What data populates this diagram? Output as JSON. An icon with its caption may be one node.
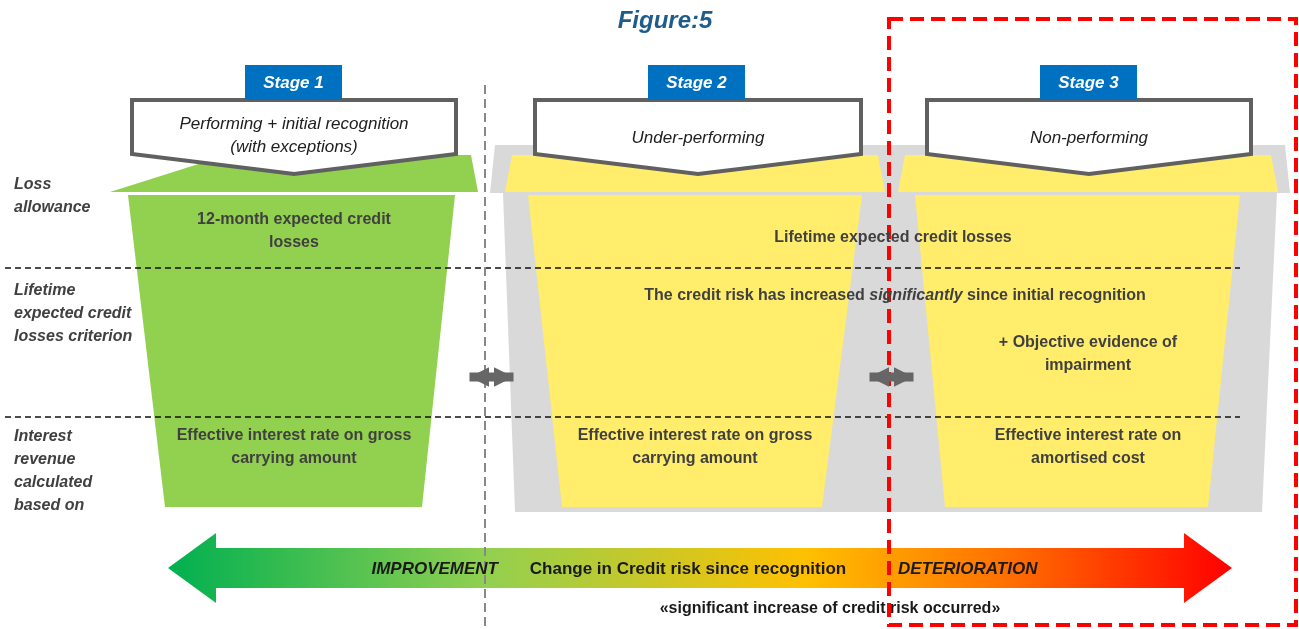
{
  "diagram": {
    "title": "Figure:5",
    "nodes": [
      {
        "text": [
          "Stage 1"
        ]
      },
      {
        "text": [
          "Performing + initial recognition (with exceptions)"
        ]
      },
      {
        "text": [
          "12-month expected credit losses",
          "Effective interest rate on gross carrying amount"
        ]
      },
      {
        "text": [
          "Stage 2"
        ]
      },
      {
        "text": [
          "Under-performing"
        ]
      },
      {
        "text": [
          "Stage 3"
        ]
      },
      {
        "text": [
          "Non-performing"
        ]
      },
      {
        "text": [
          "Lifetime expected credit losses",
          "The credit risk has increased *significantly* since initial recognition"
        ]
      },
      {
        "text": [
          "Effective interest rate on gross carrying amount"
        ],
        "in": 7
      },
      {
        "text": [
          "+ Objective evidence of impairment",
          "Effective interest rate on amortised cost"
        ],
        "in": 7
      },
      {
        "text": [
          "IMPROVEMENT",
          "Change in Credit risk since recognition",
          "DETERIORATION"
        ]
      }
    ],
    "edges": [
      {
        "from": 2,
        "to": 8,
        "arrow": "both"
      },
      {
        "from": 8,
        "to": 9,
        "arrow": "both"
      }
    ],
    "labels": [
      "Loss allowance",
      "Lifetime expected credit losses criterion",
      "Interest revenue calculated based on",
      "«significant increase of credit risk occurred»"
    ]
  }
}
